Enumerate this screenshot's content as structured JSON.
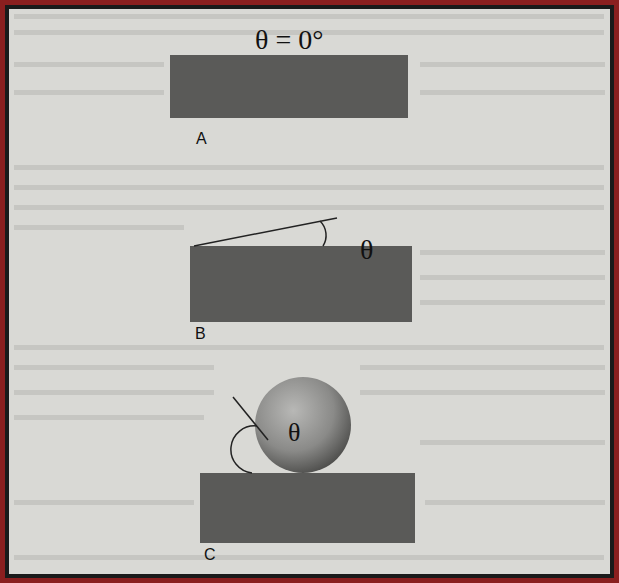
{
  "diagram": {
    "labels": [
      "θ = 0°",
      "A",
      "θ",
      "B",
      "θ",
      "C"
    ]
  }
}
